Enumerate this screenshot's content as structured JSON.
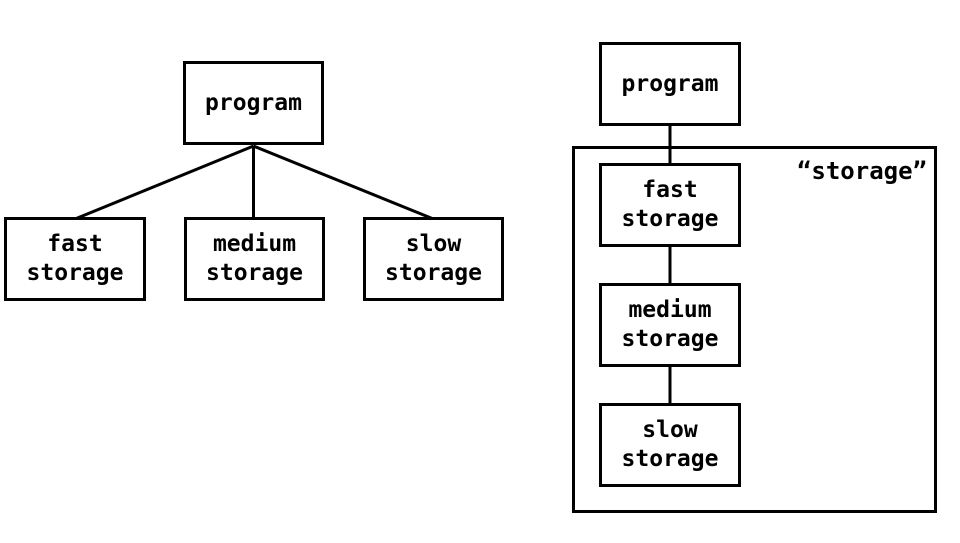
{
  "colors": {
    "background": "#ffffff",
    "line": "#000000",
    "text": "#000000"
  },
  "left_diagram": {
    "root_label": "program",
    "children": [
      {
        "label": "fast\nstorage"
      },
      {
        "label": "medium\nstorage"
      },
      {
        "label": "slow\nstorage"
      }
    ]
  },
  "right_diagram": {
    "root_label": "program",
    "container_label": "“storage”",
    "chain": [
      {
        "label": "fast\nstorage"
      },
      {
        "label": "medium\nstorage"
      },
      {
        "label": "slow\nstorage"
      }
    ]
  }
}
